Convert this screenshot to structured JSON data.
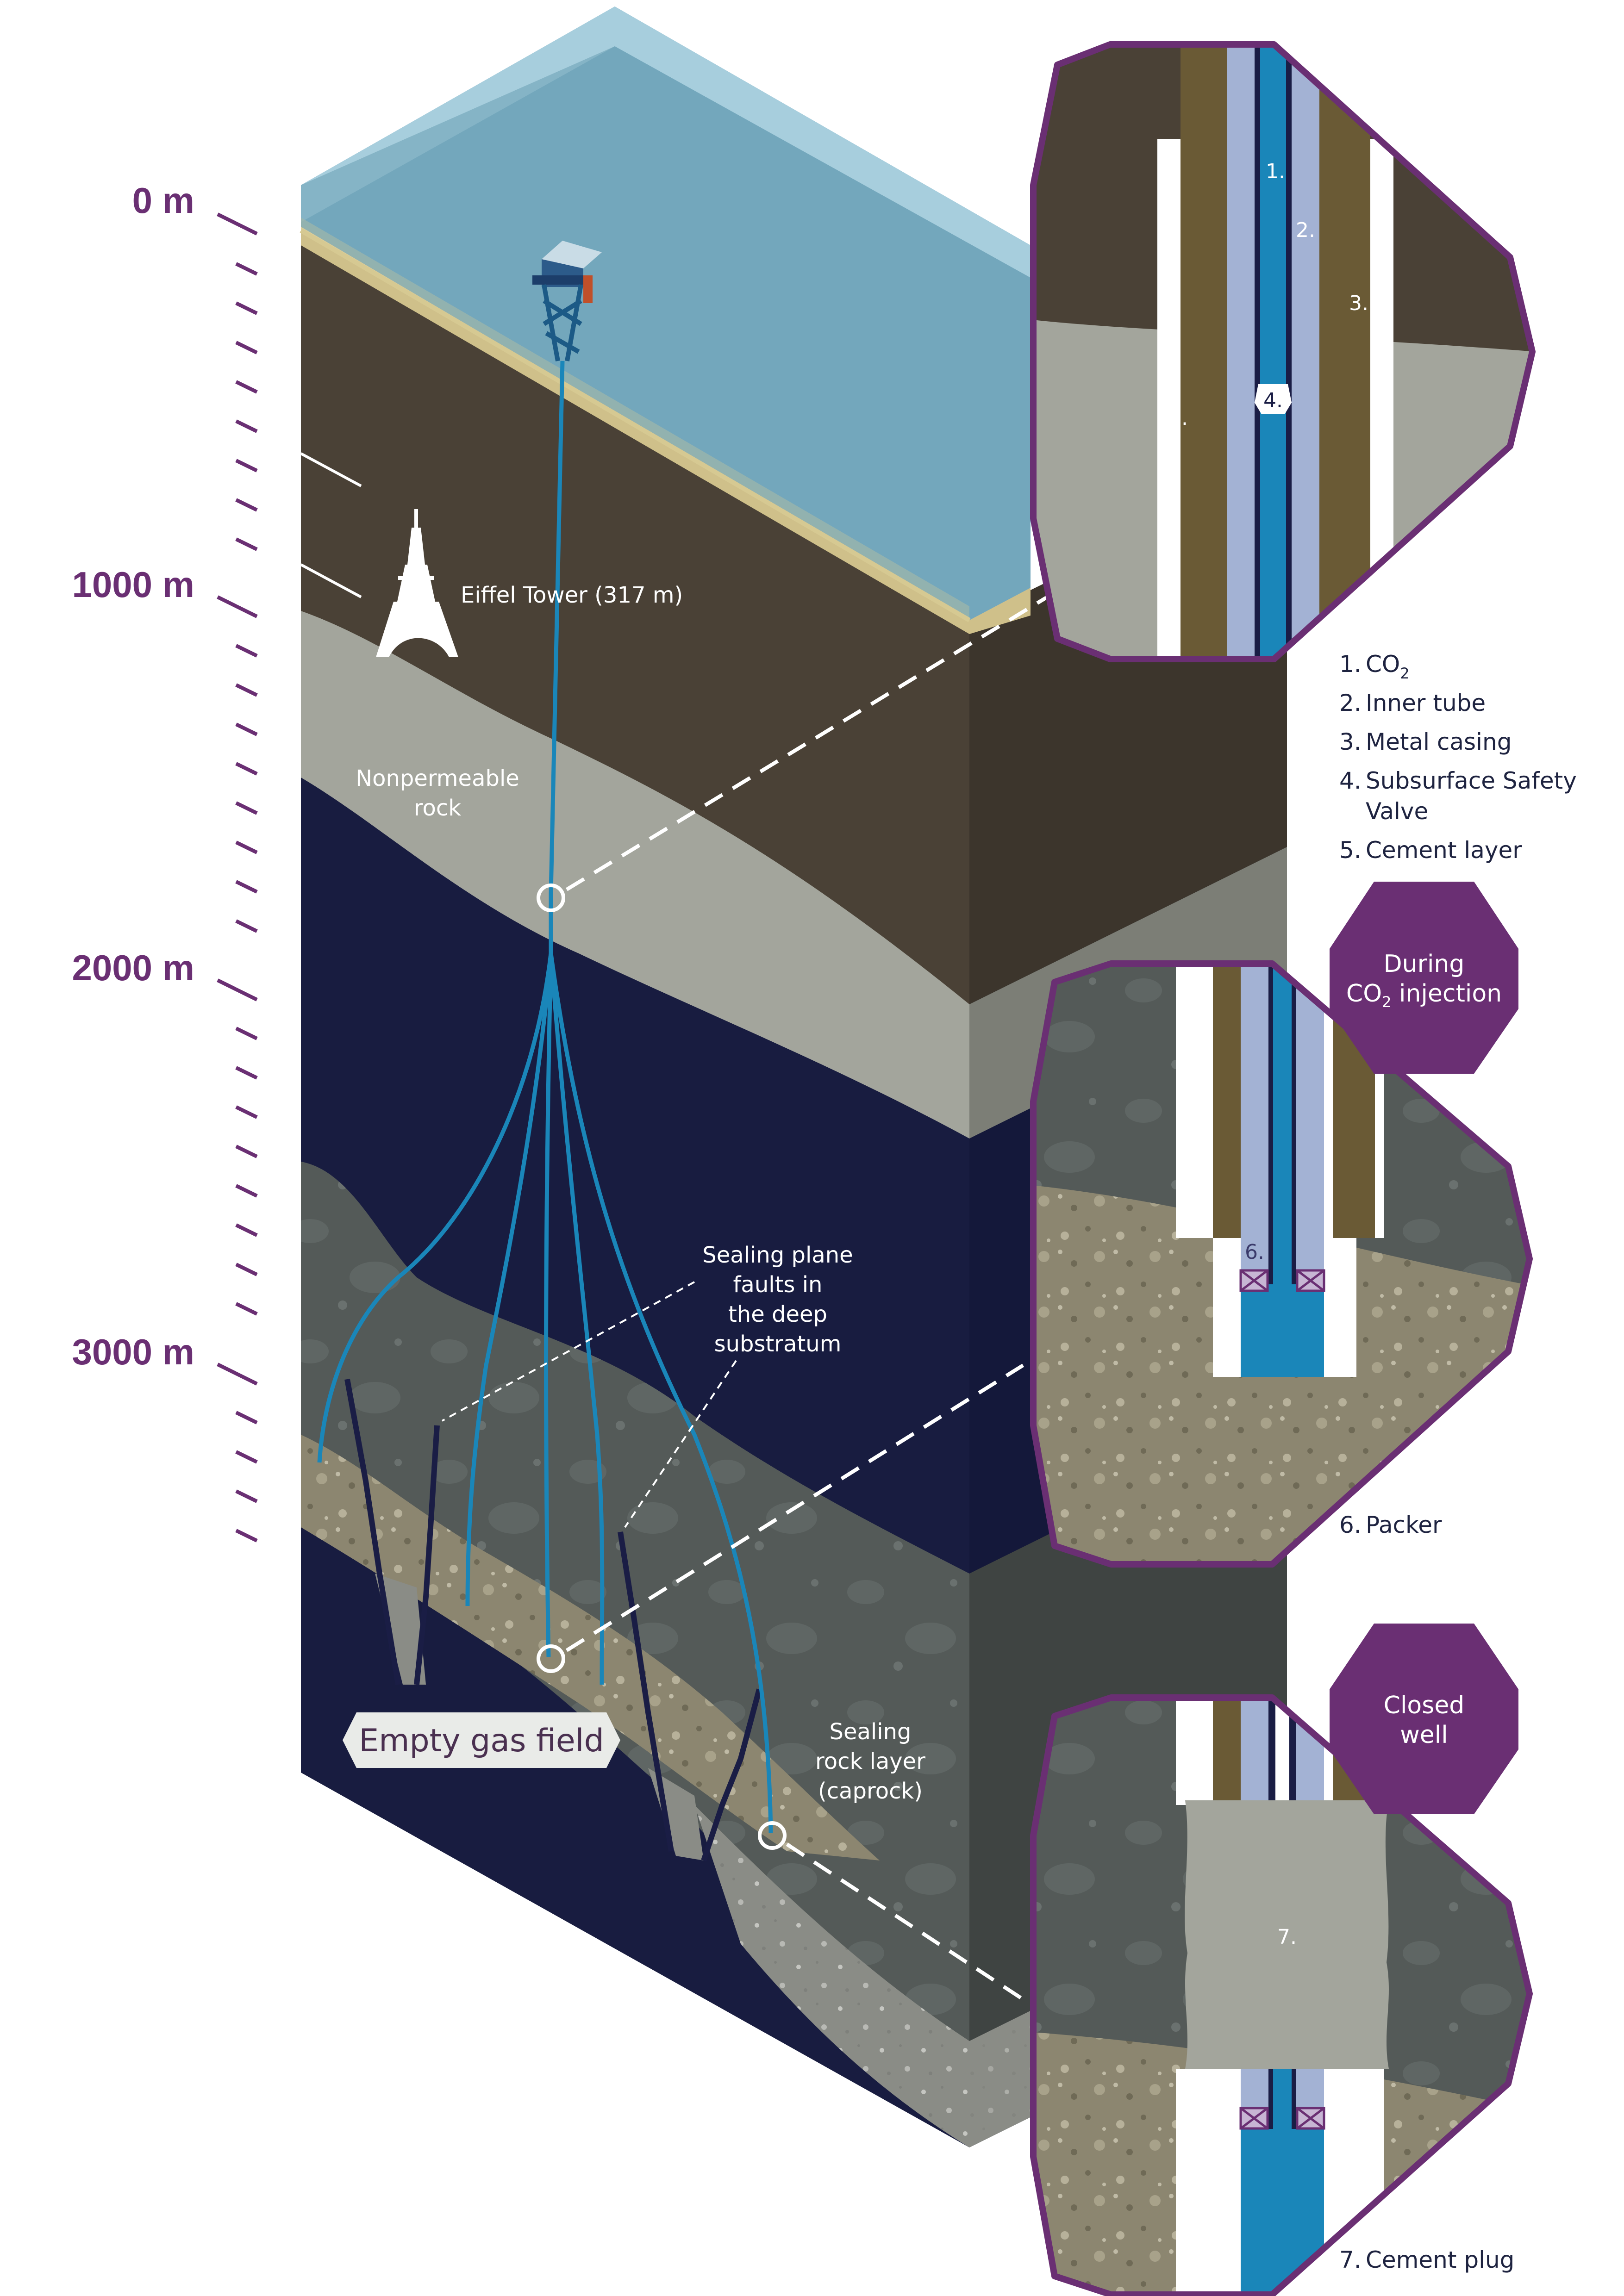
{
  "depth_scale": {
    "labels": [
      "0 m",
      "1000 m",
      "2000 m",
      "3000 m"
    ],
    "color": "#6a2f73"
  },
  "diagram_labels": {
    "eiffel": "Eiffel Tower (317 m)",
    "nonpermeable_1": "Nonpermeable",
    "nonpermeable_2": "rock",
    "faults_1": "Sealing plane",
    "faults_2": "faults in",
    "faults_3": "the deep",
    "faults_4": "substratum",
    "caprock_1": "Sealing",
    "caprock_2": "rock layer",
    "caprock_3": "(caprock)",
    "gas_field": "Empty gas field"
  },
  "legend": {
    "items": [
      {
        "num": "1.",
        "text": "CO",
        "sub": "2"
      },
      {
        "num": "2.",
        "text": "Inner tube"
      },
      {
        "num": "3.",
        "text": "Metal casing"
      },
      {
        "num": "4.",
        "text": "Subsurface Safety"
      },
      {
        "num": "",
        "text": "Valve"
      },
      {
        "num": "5.",
        "text": "Cement layer"
      }
    ],
    "packer": {
      "num": "6.",
      "text": "Packer"
    },
    "plug": {
      "num": "7.",
      "text": "Cement plug"
    }
  },
  "badges": {
    "injection_1": "During",
    "injection_2_a": "CO",
    "injection_2_sub": "2",
    "injection_2_b": " injection",
    "closed_1": "Closed",
    "closed_2": "well"
  },
  "detail_numbers": {
    "d1": "1.",
    "d2": "2.",
    "d3": "3.",
    "d4": "4.",
    "d5": "5.",
    "d6": "6.",
    "d7": "7."
  },
  "colors": {
    "accent_purple": "#6a2f73",
    "sea": "#7fb2c8",
    "sediment_brown": "#4a4136",
    "nonpermeable_grey": "#a3a59c",
    "deep_navy": "#181c40",
    "caprock_grey": "#545a58",
    "reservoir_sand": "#8c8670",
    "well_blue": "#1a86b9"
  }
}
